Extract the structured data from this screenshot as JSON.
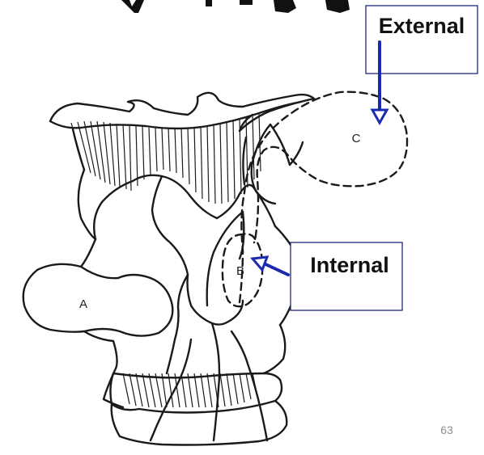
{
  "diagram": {
    "regions": {
      "a": "A",
      "b": "B",
      "c": "C"
    },
    "callouts": {
      "external": "External",
      "internal": "Internal"
    },
    "page_number": "63",
    "colors": {
      "line": "#1a1a1a",
      "arrow": "#1a2bb0",
      "callout_border": "#1f2a7a"
    }
  }
}
